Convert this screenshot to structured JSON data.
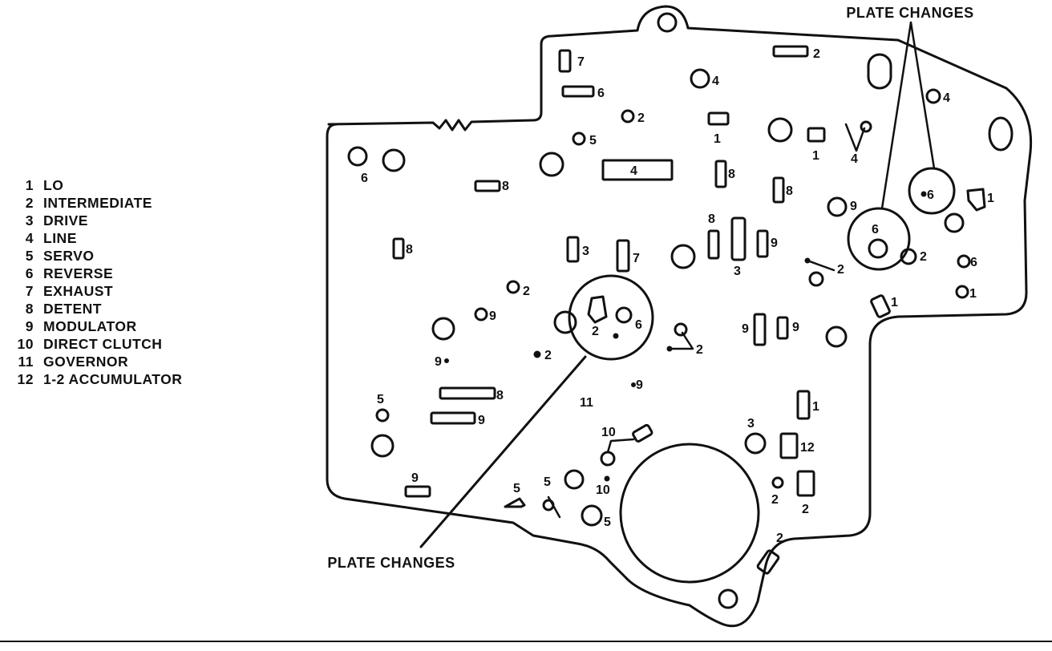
{
  "legend": [
    {
      "num": "1",
      "name": "LO"
    },
    {
      "num": "2",
      "name": "INTERMEDIATE"
    },
    {
      "num": "3",
      "name": "DRIVE"
    },
    {
      "num": "4",
      "name": "LINE"
    },
    {
      "num": "5",
      "name": "SERVO"
    },
    {
      "num": "6",
      "name": "REVERSE"
    },
    {
      "num": "7",
      "name": "EXHAUST"
    },
    {
      "num": "8",
      "name": "DETENT"
    },
    {
      "num": "9",
      "name": "MODULATOR"
    },
    {
      "num": "10",
      "name": "DIRECT CLUTCH"
    },
    {
      "num": "11",
      "name": "GOVERNOR"
    },
    {
      "num": "12",
      "name": "1-2 ACCUMULATOR"
    }
  ],
  "callouts": {
    "top": "PLATE CHANGES",
    "bottom": "PLATE CHANGES"
  },
  "port_labels": [
    "1",
    "2",
    "3",
    "4",
    "5",
    "6",
    "7",
    "8",
    "9",
    "10",
    "11",
    "12"
  ]
}
